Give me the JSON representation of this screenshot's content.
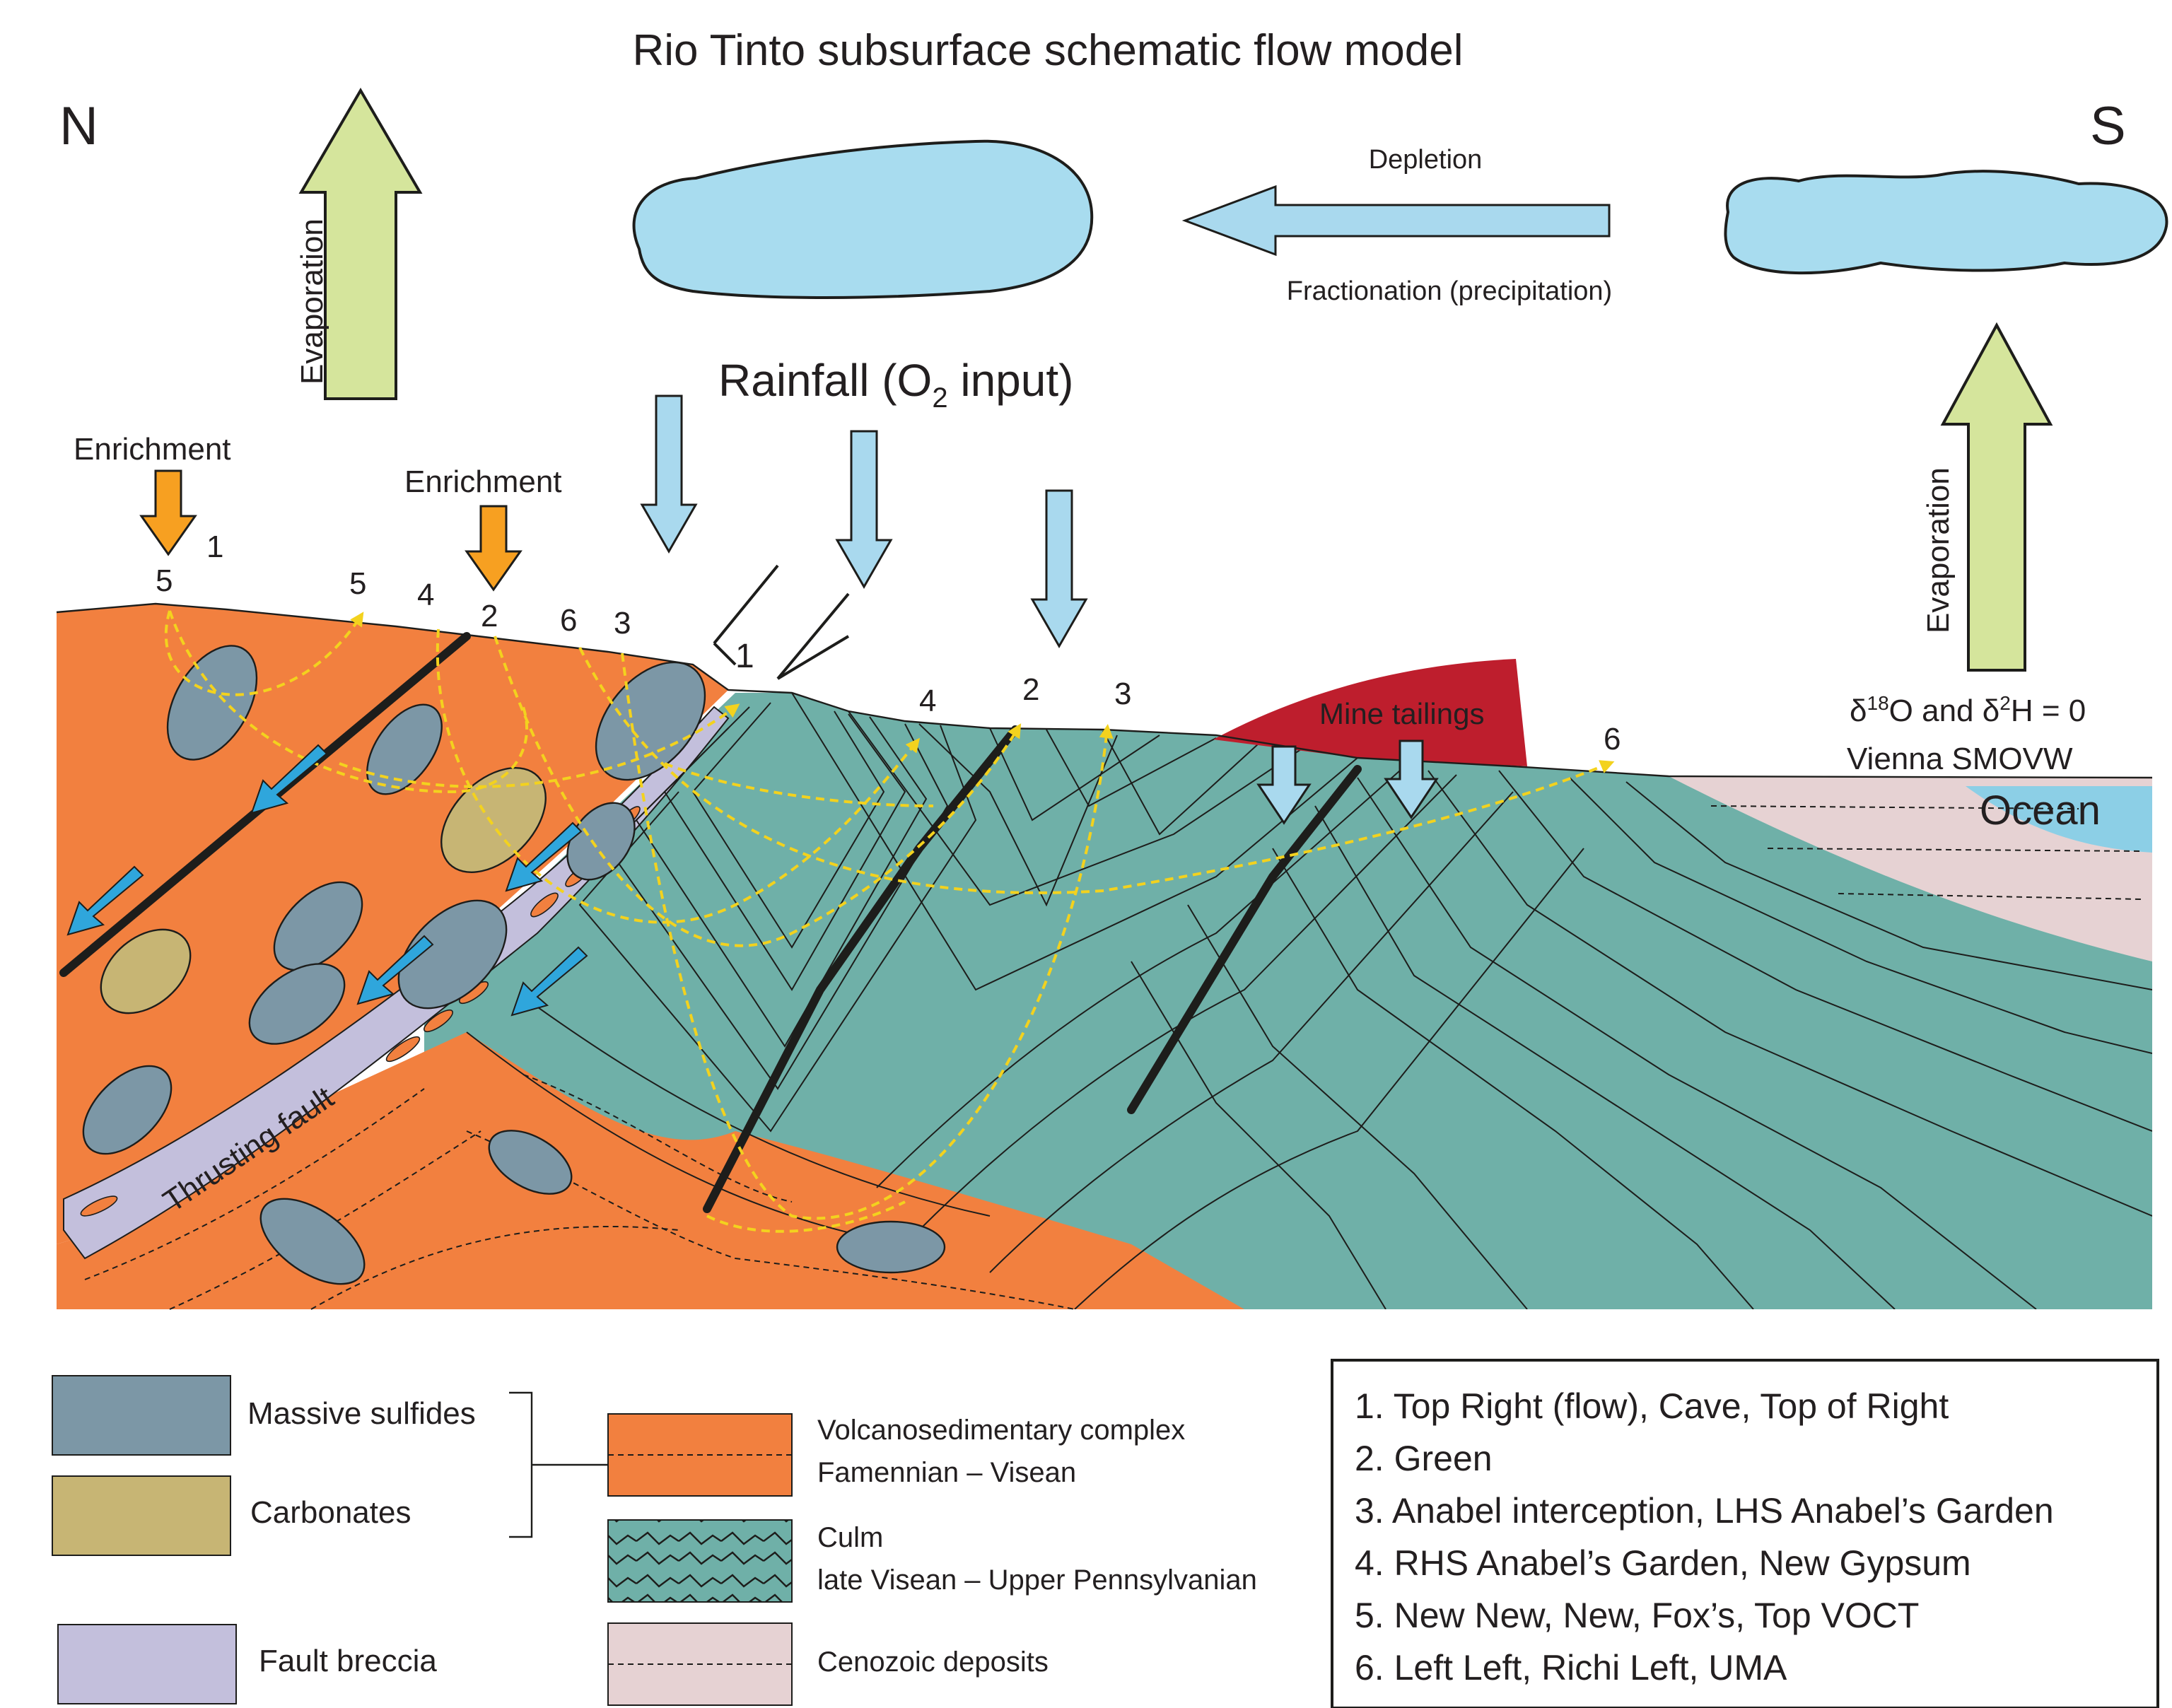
{
  "title": "Rio Tinto subsurface schematic flow model",
  "compass": {
    "north": "N",
    "south": "S"
  },
  "atmosphere": {
    "evaporation_left": "Evaporation",
    "evaporation_right": "Evaporation",
    "depletion": "Depletion",
    "fractionation": "Fractionation (precipitation)",
    "rainfall_prefix": "Rainfall (O",
    "rainfall_sub": "2",
    "rainfall_suffix": " input)"
  },
  "enrichment_labels": [
    "Enrichment",
    "Enrichment"
  ],
  "mine_tailings": "Mine tailings",
  "ocean": "Ocean",
  "isotope": {
    "delta": "δ",
    "o_sup": "18",
    "o_text": "O and ",
    "h_sup": "2",
    "h_text": "H = 0",
    "line2": "Vienna SMOVW"
  },
  "thrusting_fault": "Thrusting fault",
  "flow_markers": {
    "m5a": "5",
    "m1a": "1",
    "m5b": "5",
    "m4a": "4",
    "m2a": "2",
    "m6a": "6",
    "m3a": "3",
    "m1b": "1",
    "m4b": "4",
    "m2b": "2",
    "m3b": "3",
    "m6b": "6"
  },
  "legend": {
    "massive_sulfides": "Massive sulfides",
    "carbonates": "Carbonates",
    "fault_breccia": "Fault breccia",
    "volcano_line1": "Volcanosedimentary complex",
    "volcano_line2": "Famennian – Visean",
    "culm_line1": "Culm",
    "culm_line2": "late Visean – Upper Pennsylvanian",
    "cenozoic": "Cenozoic deposits"
  },
  "flowpaths": [
    "1. Top Right (flow), Cave, Top of Right",
    "2. Green",
    "3. Anabel interception, LHS Anabel’s Garden",
    "4. RHS Anabel’s Garden, New Gypsum",
    "5. New New, New, Fox’s, Top VOCT",
    "6. Left Left, Richi Left, UMA"
  ],
  "colors": {
    "orange": "#f2803f",
    "teal": "#6fb0a8",
    "sulfide": "#7c97a6",
    "carbonate": "#c7b574",
    "breccia": "#c3bfdc",
    "cenozoic": "#e6d2d3",
    "cloud": "#a8dcef",
    "ocean": "#8ccfe6",
    "tailings": "#be1e2d",
    "evap_arrow": "#d5e59c",
    "rain_arrow": "#a9d9ee",
    "enrich_arrow": "#f7a021",
    "flow_path": "#f3d21e",
    "small_arrow": "#2fa6dc"
  }
}
